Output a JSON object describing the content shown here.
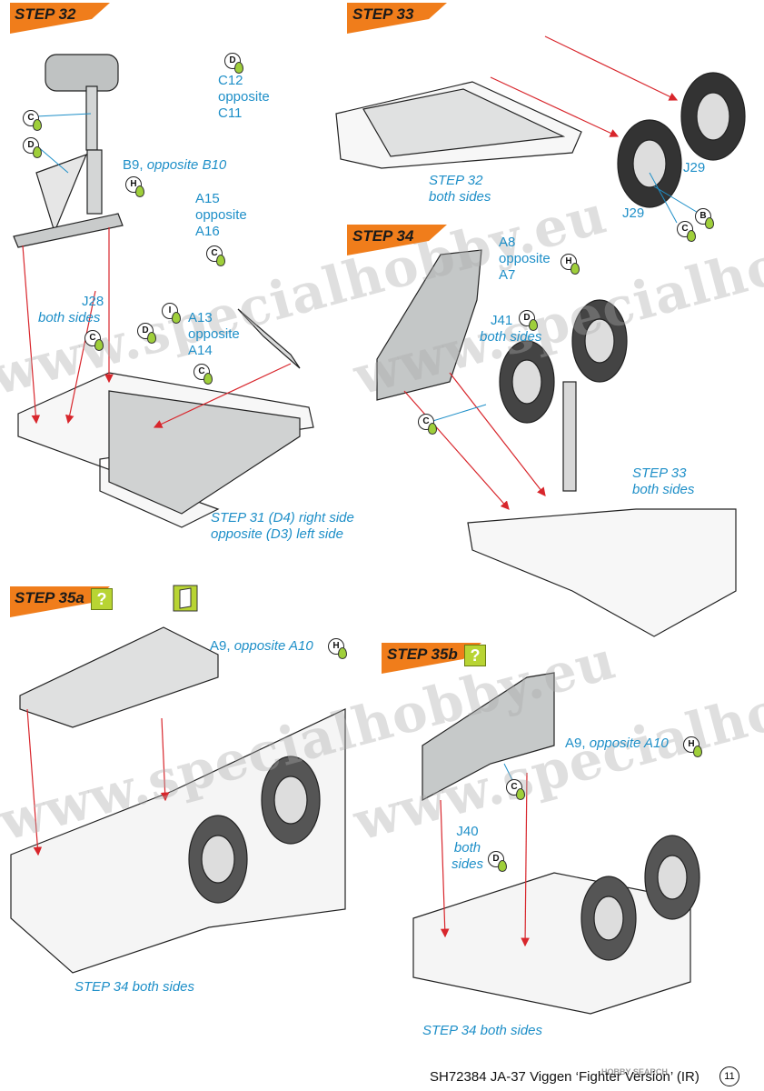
{
  "steps": {
    "s32": {
      "label": "STEP 32"
    },
    "s33": {
      "label": "STEP 33"
    },
    "s34": {
      "label": "STEP 34"
    },
    "s35a": {
      "label": "STEP 35a"
    },
    "s35b": {
      "label": "STEP 35b"
    }
  },
  "qmark": "?",
  "callouts": {
    "c12": [
      "C12",
      "opposite",
      "C11"
    ],
    "b9": {
      "part": "B9, ",
      "rest": "opposite B10"
    },
    "a15": [
      "A15",
      "opposite",
      "A16"
    ],
    "j28": [
      "J28",
      "both sides"
    ],
    "a13": [
      "A13",
      "opposite",
      "A14"
    ],
    "step31": [
      "STEP 31 (D4) right side",
      "opposite (D3) left side"
    ],
    "step32both": [
      "STEP 32",
      "both sides"
    ],
    "j29a": "J29",
    "j29b": "J29",
    "a8": [
      "A8",
      "opposite",
      "A7"
    ],
    "j41": [
      "J41",
      "both sides"
    ],
    "step33both": [
      "STEP 33",
      "both sides"
    ],
    "a9a": {
      "part": "A9, ",
      "rest": "opposite A10"
    },
    "step34a": "STEP 34 both sides",
    "a9b": {
      "part": "A9, ",
      "rest": "opposite A10"
    },
    "j40": [
      "J40",
      "both",
      "sides"
    ],
    "step34b": "STEP 34 both sides"
  },
  "paint_codes": {
    "p1": "D",
    "p2": "C",
    "p3": "D",
    "p4": "H",
    "p5": "C",
    "p6": "D",
    "p7": "I",
    "p8": "C",
    "p9": "C",
    "p10": "B",
    "p11": "C",
    "p12": "H",
    "p13": "D",
    "p14": "C",
    "p15": "H",
    "p16": "C",
    "p17": "H",
    "p18": "D"
  },
  "footer": {
    "text": "SH72384  JA-37 Viggen ‘Fighter Version’ (IR)",
    "page": "11",
    "hbs": "HOBBY SEARCH"
  },
  "watermark": "www.specialhobby.eu",
  "colors": {
    "accent": "#f07d1b",
    "callout": "#1e8fc8",
    "paint_drop": "#9fcf3a",
    "arrow": "#d8262c",
    "qmark": "#b8d433"
  }
}
